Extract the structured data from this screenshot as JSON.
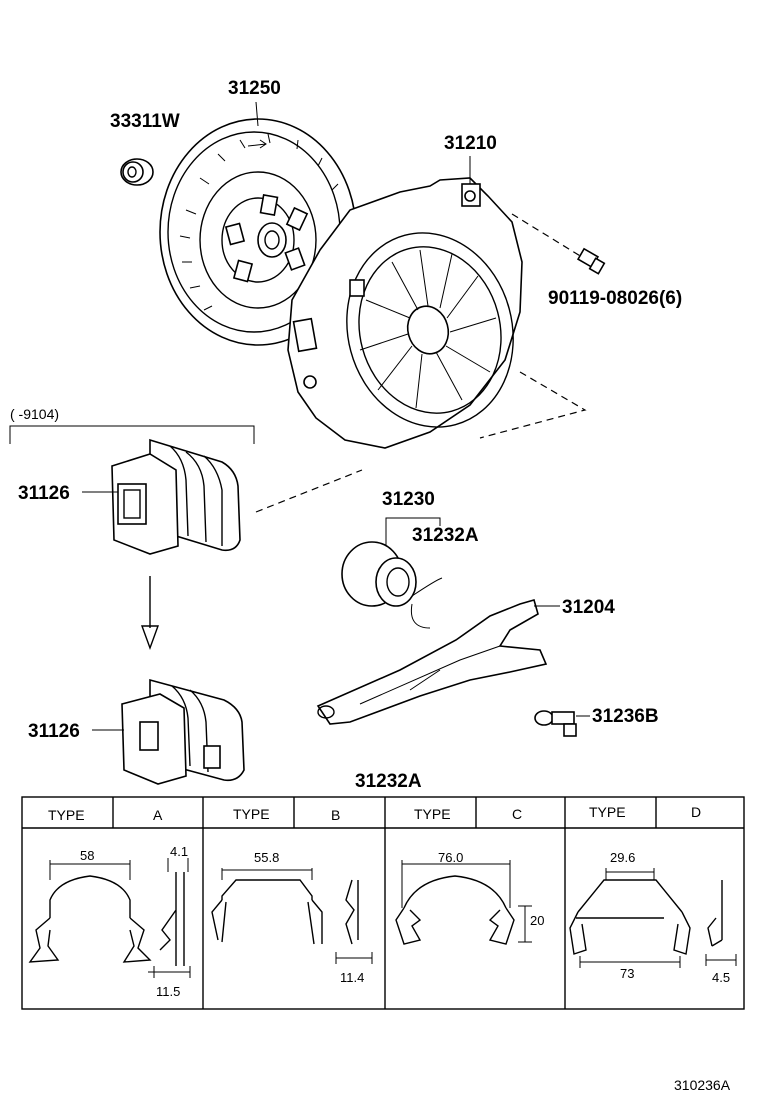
{
  "parts": {
    "pilot_bearing": "33311W",
    "clutch_disc": "31250",
    "clutch_cover": "31210",
    "cover_bolt": "90119-08026(6)",
    "date_range": "(      -9104)",
    "release_fork_boot_upper": "31126",
    "release_fork_boot_lower": "31126",
    "release_bearing_assy": "31230",
    "bearing_clip": "31232A",
    "release_fork": "31204",
    "fork_support": "31236B"
  },
  "clip_table": {
    "title": "31232A",
    "type_header": "TYPE",
    "columns": [
      {
        "type": "A",
        "width": "58",
        "thickness": "4.1",
        "height": "11.5"
      },
      {
        "type": "B",
        "width": "55.8",
        "height": "11.4"
      },
      {
        "type": "C",
        "width": "76.0",
        "height": "20"
      },
      {
        "type": "D",
        "top_width": "29.6",
        "bottom_width": "73",
        "height": "4.5"
      }
    ]
  },
  "illustration_code": "310236A"
}
